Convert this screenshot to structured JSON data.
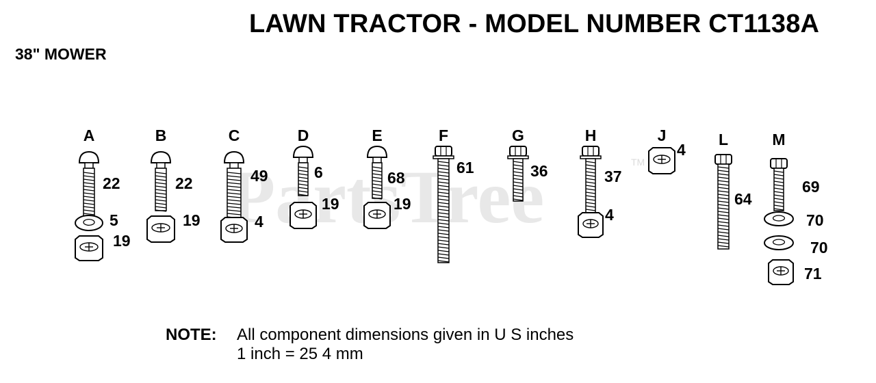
{
  "header": {
    "title": "LAWN TRACTOR - MODEL NUMBER CT1138A",
    "subtitle": "38\" MOWER"
  },
  "watermark": {
    "text": "PartsTree",
    "mark": "TM"
  },
  "hardware_groups": [
    {
      "letter": "A",
      "parts": [
        "22",
        "5",
        "19"
      ]
    },
    {
      "letter": "B",
      "parts": [
        "22",
        "19"
      ]
    },
    {
      "letter": "C",
      "parts": [
        "49",
        "4"
      ]
    },
    {
      "letter": "D",
      "parts": [
        "6",
        "19"
      ]
    },
    {
      "letter": "E",
      "parts": [
        "68",
        "19"
      ]
    },
    {
      "letter": "F",
      "parts": [
        "61"
      ]
    },
    {
      "letter": "G",
      "parts": [
        "36"
      ]
    },
    {
      "letter": "H",
      "parts": [
        "37",
        "4"
      ]
    },
    {
      "letter": "J",
      "parts": [
        "4"
      ]
    },
    {
      "letter": "L",
      "parts": [
        "64"
      ]
    },
    {
      "letter": "M",
      "parts": [
        "69",
        "70",
        "70",
        "71"
      ]
    }
  ],
  "note": {
    "label": "NOTE:",
    "line1": "All component dimensions given in U  S  inches",
    "line2": "1 inch = 25 4 mm"
  }
}
